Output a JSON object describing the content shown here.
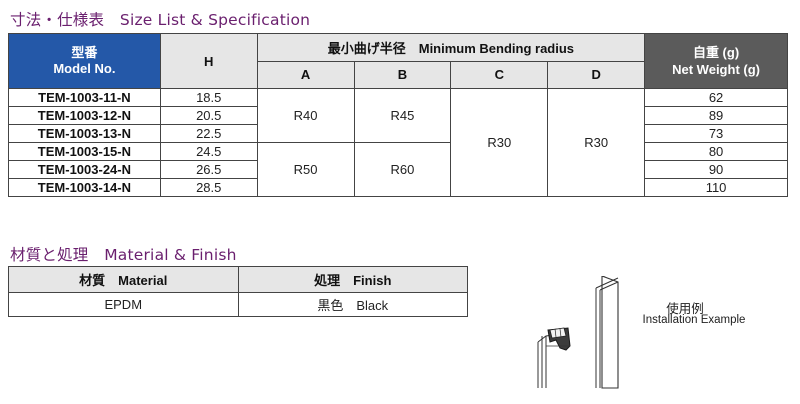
{
  "size_section": {
    "title": "寸法・仕様表　Size List & Specification",
    "table": {
      "header": {
        "model_ja": "型番",
        "model_en": "Model No.",
        "h": "H",
        "bending_group": "最小曲げ半径　Minimum Bending radius",
        "a": "A",
        "b": "B",
        "c": "C",
        "d": "D",
        "weight_ja": "自重 (g)",
        "weight_en": "Net Weight (g)"
      },
      "rows": [
        {
          "model": "TEM-1003-11-N",
          "h": "18.5",
          "weight": "62"
        },
        {
          "model": "TEM-1003-12-N",
          "h": "20.5",
          "weight": "89"
        },
        {
          "model": "TEM-1003-13-N",
          "h": "22.5",
          "weight": "73"
        },
        {
          "model": "TEM-1003-15-N",
          "h": "24.5",
          "weight": "80"
        },
        {
          "model": "TEM-1003-24-N",
          "h": "26.5",
          "weight": "90"
        },
        {
          "model": "TEM-1003-14-N",
          "h": "28.5",
          "weight": "110"
        }
      ],
      "merged": {
        "a_top": "R40",
        "b_top": "R45",
        "a_bottom": "R50",
        "b_bottom": "R60",
        "c_all": "R30",
        "d_all": "R30"
      }
    }
  },
  "material_section": {
    "title": "材質と処理　Material & Finish",
    "table": {
      "header": {
        "material": "材質　Material",
        "finish": "処理　Finish"
      },
      "row": {
        "material": "EPDM",
        "finish": "黒色　Black"
      }
    }
  },
  "installation": {
    "label_ja": "使用例",
    "label_en": "Installation Example"
  }
}
